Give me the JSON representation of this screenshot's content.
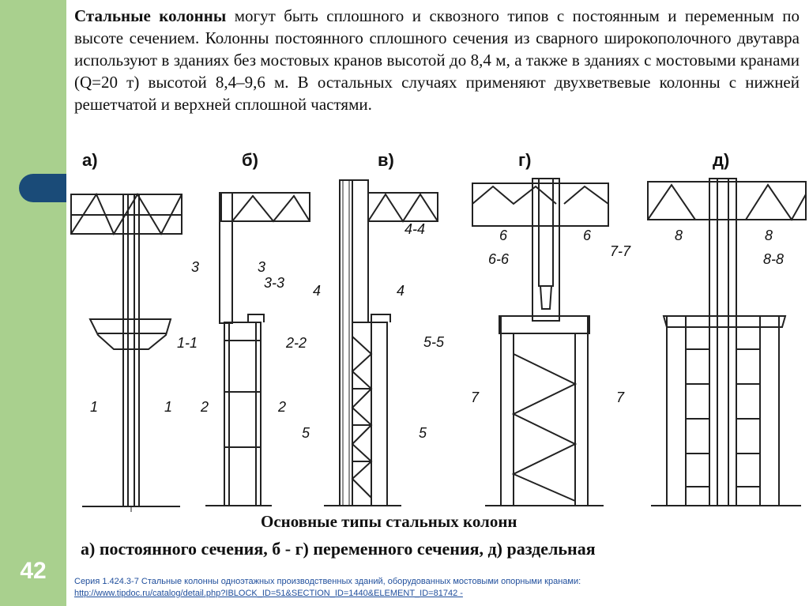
{
  "slide_number": "42",
  "paragraph": {
    "bold_lead": "Стальные колонны",
    "text": " могут быть сплошного и сквозного типов с постоянным и переменным по высоте сечением. Колонны постоянного сплошного сечения из сварного широкополочного двутавра используют в зданиях без мостовых кранов высотой до 8,4 м, а также в зданиях с мостовыми кранами (Q=20 т) высотой 8,4–9,6 м. В остальных случаях применяют двухветвевые колонны с нижней решетчатой и верхней сплошной частями."
  },
  "figure": {
    "panel_labels": [
      "а)",
      "б)",
      "в)",
      "г)",
      "д)"
    ],
    "section_marks": [
      "1",
      "2",
      "3",
      "4",
      "5",
      "6",
      "7",
      "8"
    ],
    "section_labels": [
      "1-1",
      "2-2",
      "3-3",
      "4-4",
      "5-5",
      "6-6",
      "7-7",
      "8-8"
    ]
  },
  "caption": {
    "title": "Основные типы стальных колонн",
    "subtitle": "а) постоянного сечения, б - г) переменного сечения, д) раздельная"
  },
  "footnote": {
    "source": "Серия 1.424.3-7 Стальные колонны одноэтажных производственных зданий, оборудованных мостовыми опорными кранами:",
    "url": "http://www.tipdoc.ru/catalog/detail.php?IBLOCK_ID=51&SECTION_ID=1440&ELEMENT_ID=81742 -"
  }
}
